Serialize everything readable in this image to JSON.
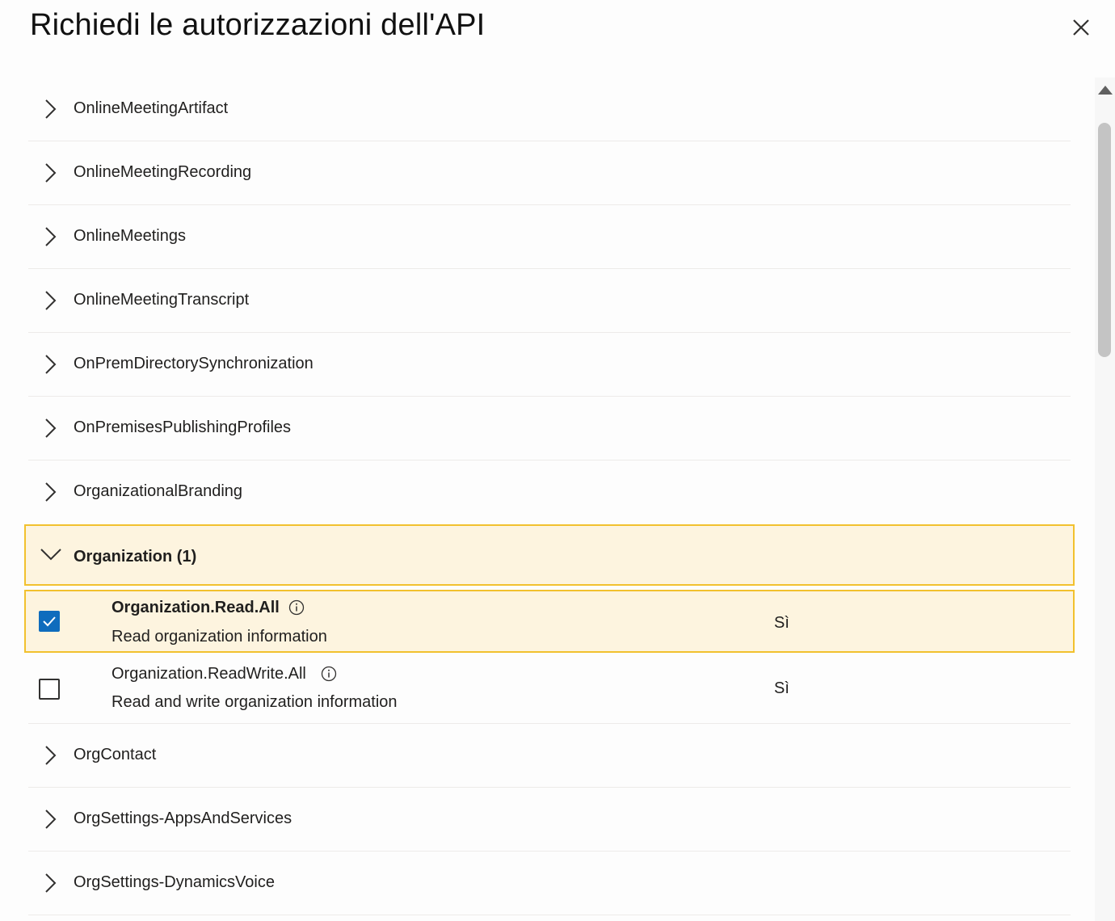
{
  "dialog": {
    "title": "Richiedi le autorizzazioni dell'API",
    "close_icon": "close-icon"
  },
  "groups_before": [
    {
      "label": "OnlineMeetingArtifact"
    },
    {
      "label": "OnlineMeetingRecording"
    },
    {
      "label": "OnlineMeetings"
    },
    {
      "label": "OnlineMeetingTranscript"
    },
    {
      "label": "OnPremDirectorySynchronization"
    },
    {
      "label": "OnPremisesPublishingProfiles"
    },
    {
      "label": "OrganizationalBranding"
    }
  ],
  "expanded_group": {
    "label": "Organization (1)",
    "permissions": [
      {
        "name": "Organization.Read.All",
        "description": "Read organization information",
        "admin_consent": "Sì",
        "checked": true
      },
      {
        "name": "Organization.ReadWrite.All",
        "description": "Read and write organization information",
        "admin_consent": "Sì",
        "checked": false
      }
    ]
  },
  "groups_after": [
    {
      "label": "OrgContact"
    },
    {
      "label": "OrgSettings-AppsAndServices"
    },
    {
      "label": "OrgSettings-DynamicsVoice"
    }
  ],
  "colors": {
    "highlight_bg": "#fdf4df",
    "highlight_border": "#f2c12e",
    "checkbox_checked": "#0f6cbd"
  }
}
